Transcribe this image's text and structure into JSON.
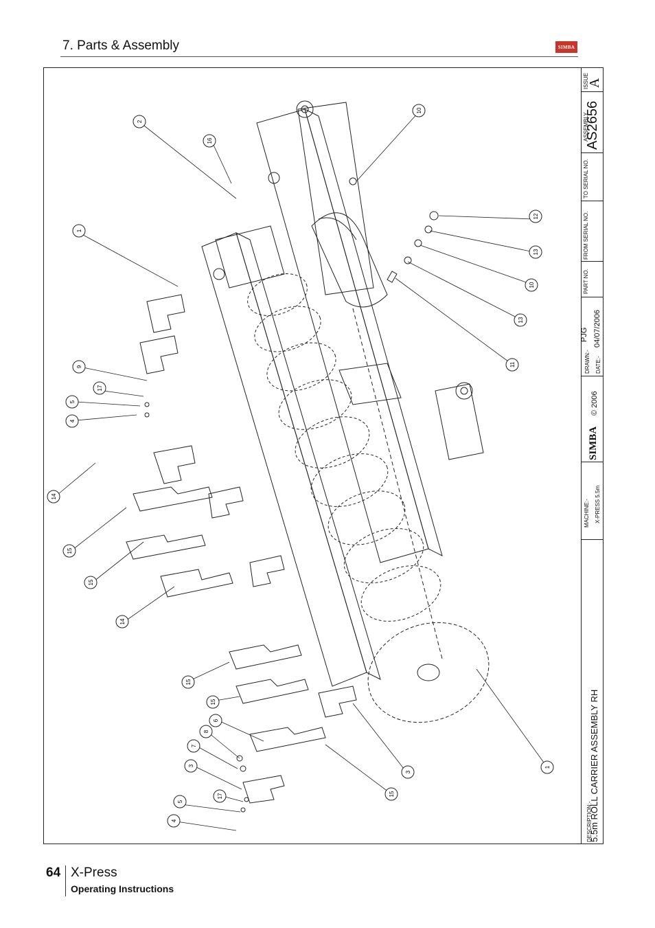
{
  "header": {
    "title": "7. Parts & Assembly",
    "logo_text": "SIMBA"
  },
  "title_block": {
    "issue_label": "ISSUE",
    "issue_value": "A",
    "assembly_label": "ASSEMBLY",
    "assembly_number": "AS2656",
    "to_serial_label": "TO SERIAL NO.",
    "from_serial_label": "FROM SERIAL NO.",
    "part_no_label": "PART NO.",
    "drawn_label": "DRAWN:-",
    "drawn_value": "PJG",
    "date_label": "DATE:-",
    "date_value": "04/07/2006",
    "copyright": "© 2006",
    "brand": "SIMBA",
    "machine_label": "MACHINE:-",
    "machine_value": "X-PRESS 5.5m",
    "description_label": "DESCRIPTION:-",
    "description_value": "5.5m ROLL CARRIER ASSEMBLY RH"
  },
  "callouts": [
    "1",
    "2",
    "16",
    "10",
    "12",
    "13",
    "10",
    "13",
    "11",
    "9",
    "17",
    "5",
    "4",
    "14",
    "15",
    "15",
    "14",
    "15",
    "15",
    "6",
    "8",
    "7",
    "3",
    "17",
    "5",
    "4",
    "3",
    "15",
    "1"
  ],
  "footer": {
    "page_number": "64",
    "title": "X-Press",
    "subtitle": "Operating Instructions"
  },
  "colors": {
    "logo": "#c9342b",
    "line": "#222222"
  }
}
